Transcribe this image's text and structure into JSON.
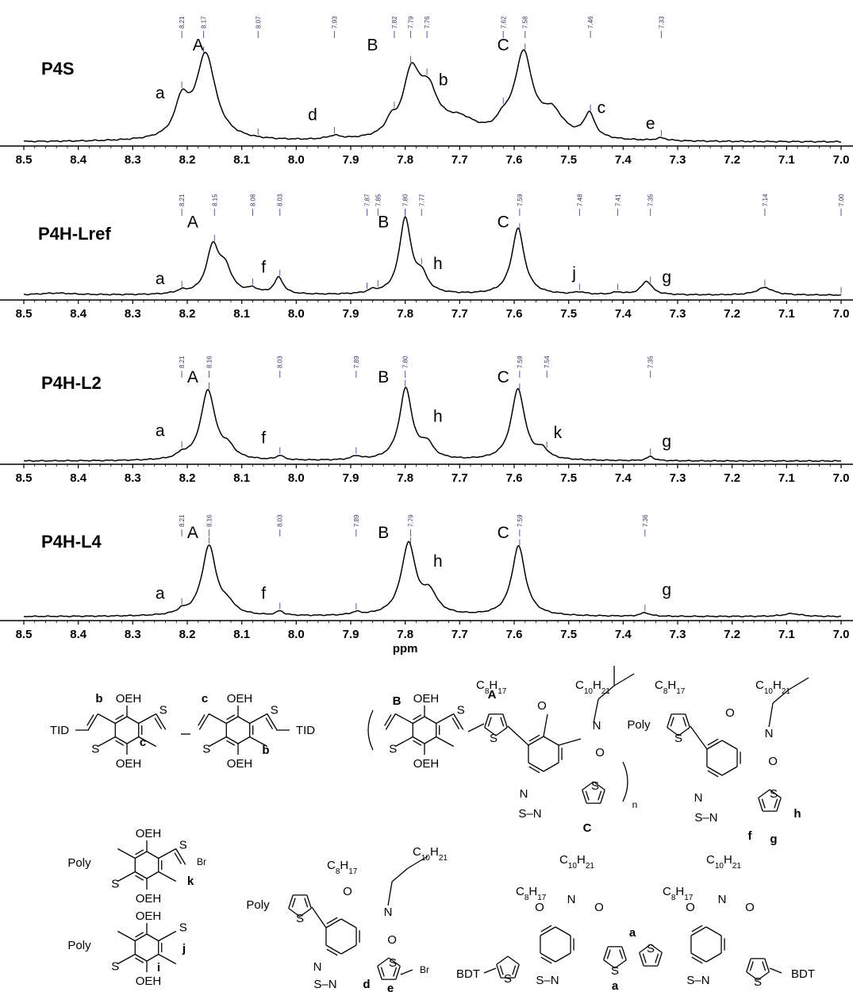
{
  "chart_data": [
    {
      "type": "line",
      "panel": "P4S",
      "xlabel": "",
      "xlim": [
        8.5,
        7.0
      ],
      "x_ticks": [
        "8.5",
        "8.4",
        "8.3",
        "8.2",
        "8.1",
        "8.0",
        "7.9",
        "7.8",
        "7.7",
        "7.6",
        "7.5",
        "7.4",
        "7.3",
        "7.2",
        "7.1",
        "7.0"
      ],
      "peak_picks": [
        8.21,
        8.17,
        8.07,
        7.93,
        7.82,
        7.79,
        7.76,
        7.62,
        7.58,
        7.46,
        7.33
      ],
      "peak_pick_labels": [
        "8.21",
        "8.17",
        "8.07",
        "7.93",
        "7.82",
        "7.79",
        "7.76",
        "7.62",
        "7.58",
        "7.46",
        "7.33"
      ],
      "peaks": [
        {
          "center": 8.166,
          "height": 0.98,
          "width": 0.022
        },
        {
          "center": 8.21,
          "height": 0.4,
          "width": 0.015
        },
        {
          "center": 7.93,
          "height": 0.04,
          "width": 0.015
        },
        {
          "center": 7.826,
          "height": 0.14,
          "width": 0.012
        },
        {
          "center": 7.789,
          "height": 0.68,
          "width": 0.018
        },
        {
          "center": 7.758,
          "height": 0.48,
          "width": 0.022
        },
        {
          "center": 7.7,
          "height": 0.2,
          "width": 0.04
        },
        {
          "center": 7.62,
          "height": 0.12,
          "width": 0.015
        },
        {
          "center": 7.583,
          "height": 0.95,
          "width": 0.02
        },
        {
          "center": 7.53,
          "height": 0.28,
          "width": 0.025
        },
        {
          "center": 7.462,
          "height": 0.28,
          "width": 0.012
        },
        {
          "center": 7.33,
          "height": 0.03,
          "width": 0.012
        }
      ],
      "labels": [
        {
          "text": "A",
          "x": 8.18,
          "y": 1.05
        },
        {
          "text": "a",
          "x": 8.25,
          "y": 0.5
        },
        {
          "text": "d",
          "x": 7.97,
          "y": 0.25
        },
        {
          "text": "B",
          "x": 7.86,
          "y": 1.05
        },
        {
          "text": "b",
          "x": 7.73,
          "y": 0.65
        },
        {
          "text": "C",
          "x": 7.62,
          "y": 1.05
        },
        {
          "text": "c",
          "x": 7.44,
          "y": 0.33
        },
        {
          "text": "e",
          "x": 7.35,
          "y": 0.15
        }
      ]
    },
    {
      "type": "line",
      "panel": "P4H-Lref",
      "xlabel": "",
      "xlim": [
        8.5,
        7.0
      ],
      "x_ticks": [
        "8.5",
        "8.4",
        "8.3",
        "8.2",
        "8.1",
        "8.0",
        "7.9",
        "7.8",
        "7.7",
        "7.6",
        "7.5",
        "7.4",
        "7.3",
        "7.2",
        "7.1",
        "7.0"
      ],
      "peak_picks": [
        8.21,
        8.15,
        8.08,
        8.03,
        7.87,
        7.85,
        7.8,
        7.77,
        7.59,
        7.48,
        7.41,
        7.35,
        7.14,
        7.0
      ],
      "peak_pick_labels": [
        "8.21",
        "8.15",
        "8.08",
        "8.03",
        "7.87",
        "7.85",
        "7.80",
        "7.77",
        "7.59",
        "7.48",
        "7.41",
        "7.35",
        "7.14",
        "7.00"
      ],
      "peaks": [
        {
          "center": 8.153,
          "height": 0.62,
          "width": 0.014
        },
        {
          "center": 8.13,
          "height": 0.3,
          "width": 0.014
        },
        {
          "center": 8.21,
          "height": 0.04,
          "width": 0.012
        },
        {
          "center": 8.08,
          "height": 0.06,
          "width": 0.012
        },
        {
          "center": 8.032,
          "height": 0.22,
          "width": 0.01
        },
        {
          "center": 7.86,
          "height": 0.04,
          "width": 0.01
        },
        {
          "center": 7.8,
          "height": 1.0,
          "width": 0.013
        },
        {
          "center": 7.77,
          "height": 0.22,
          "width": 0.013
        },
        {
          "center": 7.593,
          "height": 0.88,
          "width": 0.014
        },
        {
          "center": 7.48,
          "height": 0.03,
          "width": 0.012
        },
        {
          "center": 7.41,
          "height": 0.03,
          "width": 0.012
        },
        {
          "center": 7.357,
          "height": 0.18,
          "width": 0.012
        },
        {
          "center": 7.14,
          "height": 0.1,
          "width": 0.018
        },
        {
          "center": 8.44,
          "height": 0.025,
          "width": 0.04
        }
      ],
      "labels": [
        {
          "text": "A",
          "x": 8.19,
          "y": 0.9
        },
        {
          "text": "a",
          "x": 8.25,
          "y": 0.15
        },
        {
          "text": "f",
          "x": 8.06,
          "y": 0.3
        },
        {
          "text": "B",
          "x": 7.84,
          "y": 0.9
        },
        {
          "text": "h",
          "x": 7.74,
          "y": 0.35
        },
        {
          "text": "C",
          "x": 7.62,
          "y": 0.9
        },
        {
          "text": "j",
          "x": 7.49,
          "y": 0.22
        },
        {
          "text": "g",
          "x": 7.32,
          "y": 0.17
        }
      ]
    },
    {
      "type": "line",
      "panel": "P4H-L2",
      "xlabel": "",
      "xlim": [
        8.5,
        7.0
      ],
      "x_ticks": [
        "8.5",
        "8.4",
        "8.3",
        "8.2",
        "8.1",
        "8.0",
        "7.9",
        "7.8",
        "7.7",
        "7.6",
        "7.5",
        "7.4",
        "7.3",
        "7.2",
        "7.1",
        "7.0"
      ],
      "peak_picks": [
        8.21,
        8.16,
        8.03,
        7.89,
        7.8,
        7.59,
        7.54,
        7.35
      ],
      "peak_pick_labels": [
        "8.21",
        "8.16",
        "8.03",
        "7.89",
        "7.80",
        "7.59",
        "7.54",
        "7.35"
      ],
      "peaks": [
        {
          "center": 8.162,
          "height": 0.98,
          "width": 0.016
        },
        {
          "center": 8.125,
          "height": 0.14,
          "width": 0.014
        },
        {
          "center": 8.21,
          "height": 0.06,
          "width": 0.01
        },
        {
          "center": 8.03,
          "height": 0.06,
          "width": 0.008
        },
        {
          "center": 7.89,
          "height": 0.05,
          "width": 0.01
        },
        {
          "center": 7.799,
          "height": 1.0,
          "width": 0.014
        },
        {
          "center": 7.76,
          "height": 0.2,
          "width": 0.014
        },
        {
          "center": 7.593,
          "height": 1.0,
          "width": 0.015
        },
        {
          "center": 7.548,
          "height": 0.12,
          "width": 0.012
        },
        {
          "center": 7.35,
          "height": 0.06,
          "width": 0.008
        }
      ],
      "labels": [
        {
          "text": "A",
          "x": 8.19,
          "y": 1.1
        },
        {
          "text": "a",
          "x": 8.25,
          "y": 0.35
        },
        {
          "text": "f",
          "x": 8.06,
          "y": 0.25
        },
        {
          "text": "B",
          "x": 7.84,
          "y": 1.1
        },
        {
          "text": "h",
          "x": 7.74,
          "y": 0.55
        },
        {
          "text": "C",
          "x": 7.62,
          "y": 1.1
        },
        {
          "text": "k",
          "x": 7.52,
          "y": 0.32
        },
        {
          "text": "g",
          "x": 7.32,
          "y": 0.2
        }
      ]
    },
    {
      "type": "line",
      "panel": "P4H-L4",
      "xlabel": "ppm",
      "xlim": [
        8.5,
        7.0
      ],
      "x_ticks": [
        "8.5",
        "8.4",
        "8.3",
        "8.2",
        "8.1",
        "8.0",
        "7.9",
        "7.8",
        "7.7",
        "7.6",
        "7.5",
        "7.4",
        "7.3",
        "7.2",
        "7.1",
        "7.0"
      ],
      "peak_picks": [
        8.21,
        8.16,
        8.03,
        7.89,
        7.79,
        7.59,
        7.36
      ],
      "peak_pick_labels": [
        "8.21",
        "8.16",
        "8.03",
        "7.89",
        "7.79",
        "7.59",
        "7.36"
      ],
      "peaks": [
        {
          "center": 8.16,
          "height": 0.98,
          "width": 0.016
        },
        {
          "center": 8.125,
          "height": 0.12,
          "width": 0.014
        },
        {
          "center": 8.21,
          "height": 0.05,
          "width": 0.01
        },
        {
          "center": 8.03,
          "height": 0.06,
          "width": 0.008
        },
        {
          "center": 7.89,
          "height": 0.04,
          "width": 0.01
        },
        {
          "center": 7.794,
          "height": 1.0,
          "width": 0.016
        },
        {
          "center": 7.755,
          "height": 0.28,
          "width": 0.016
        },
        {
          "center": 7.592,
          "height": 0.98,
          "width": 0.015
        },
        {
          "center": 7.36,
          "height": 0.05,
          "width": 0.01
        },
        {
          "center": 7.09,
          "height": 0.04,
          "width": 0.02
        }
      ],
      "labels": [
        {
          "text": "A",
          "x": 8.19,
          "y": 1.1
        },
        {
          "text": "a",
          "x": 8.25,
          "y": 0.25
        },
        {
          "text": "f",
          "x": 8.06,
          "y": 0.25
        },
        {
          "text": "B",
          "x": 7.84,
          "y": 1.1
        },
        {
          "text": "h",
          "x": 7.74,
          "y": 0.7
        },
        {
          "text": "C",
          "x": 7.62,
          "y": 1.1
        },
        {
          "text": "g",
          "x": 7.32,
          "y": 0.3
        }
      ]
    }
  ],
  "structures": {
    "bdt_dimer": {
      "left_end": "TID",
      "right_end": "TID",
      "oeh": "OEH",
      "s": "S",
      "b": "b",
      "c": "c"
    },
    "polymer": {
      "oeh": "OEH",
      "s": "S",
      "c8": "C",
      "c8_sub": "8",
      "h17": "H",
      "h17_sub": "17",
      "c10": "C",
      "c10_sub": "10",
      "h21": "H",
      "h21_sub": "21",
      "o": "O",
      "n": "N",
      "sn": "S–N",
      "n_index": "n",
      "A": "A",
      "B": "B",
      "C": "C"
    },
    "poly_tid_end": {
      "poly": "Poly",
      "s": "S",
      "o": "O",
      "n": "N",
      "sn": "S–N",
      "f": "f",
      "g": "g",
      "h": "h"
    },
    "poly_bdt_br": {
      "poly": "Poly",
      "oeh": "OEH",
      "s": "S",
      "br": "Br",
      "k": "k"
    },
    "poly_bdt_h": {
      "poly": "Poly",
      "oeh": "OEH",
      "s": "S",
      "i": "i",
      "j": "j"
    },
    "poly_tid_br": {
      "poly": "Poly",
      "s": "S",
      "o": "O",
      "n": "N",
      "sn": "S–N",
      "br": "Br",
      "d": "d",
      "e": "e"
    },
    "tid_dimer": {
      "bdt": "BDT",
      "s": "S",
      "o": "O",
      "n": "N",
      "sn": "S–N",
      "a": "a"
    }
  }
}
